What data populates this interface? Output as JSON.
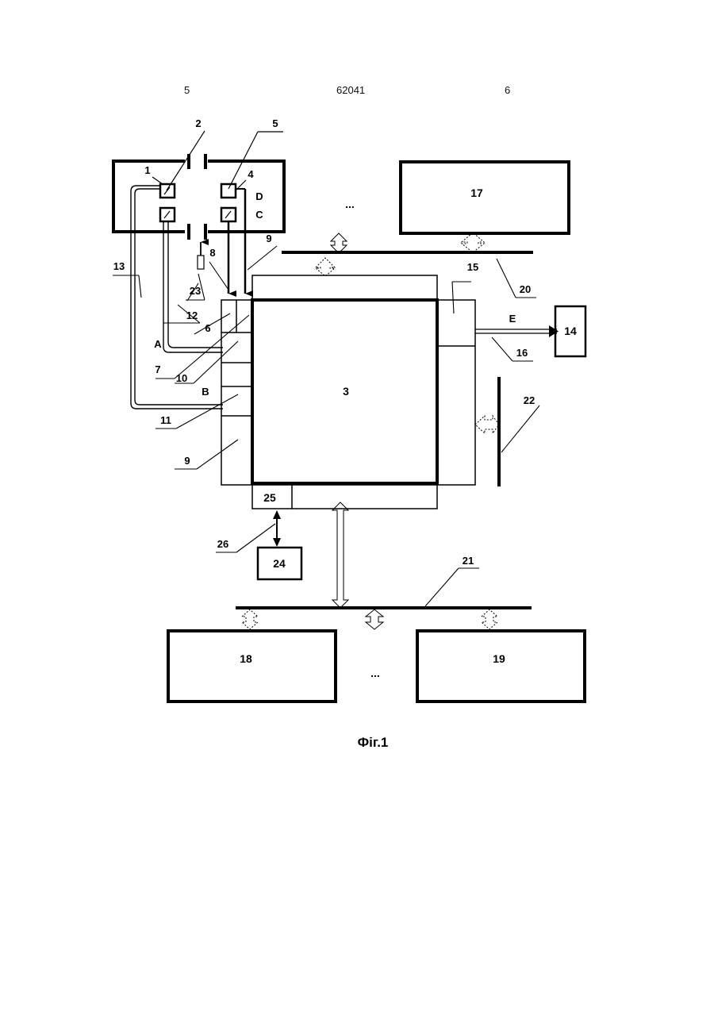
{
  "header": {
    "left": "5",
    "center": "62041",
    "right": "6"
  },
  "caption": "Фіг.1",
  "blocks": {
    "b3": "3",
    "b14": "14",
    "b17": "17",
    "b18": "18",
    "b19": "19",
    "b24": "24",
    "b25": "25"
  },
  "labels": {
    "l1": "1",
    "l2": "2",
    "l4": "4",
    "l5": "5",
    "l6": "6",
    "l7": "7",
    "l8": "8",
    "l9a": "9",
    "l9b": "9",
    "l10": "10",
    "l11": "11",
    "l12": "12",
    "l13": "13",
    "l15": "15",
    "l16": "16",
    "l20": "20",
    "l21": "21",
    "l22": "22",
    "l23": "23",
    "l26": "26"
  },
  "letters": {
    "A": "A",
    "B": "B",
    "C": "C",
    "D": "D",
    "E": "E"
  },
  "ellipses": {
    "top": "...",
    "bottom": "..."
  }
}
